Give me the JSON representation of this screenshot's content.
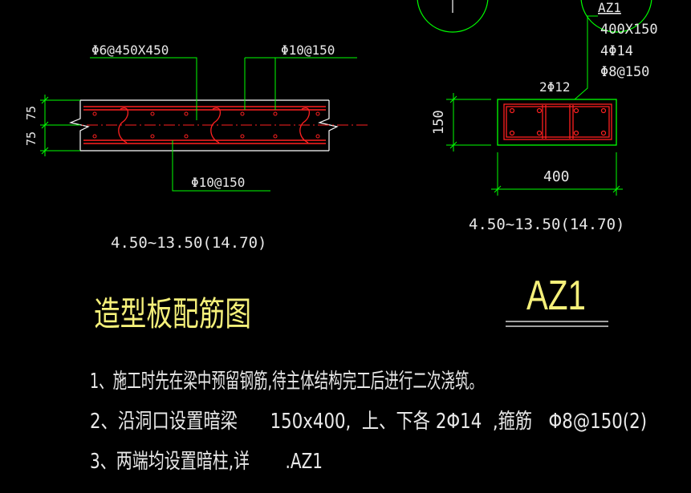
{
  "slab_section": {
    "label_distribution": "Φ6@450X450",
    "label_top_bar": "Φ10@150",
    "label_bottom_bar": "Φ10@150",
    "dim_top": "75",
    "dim_bottom": "75",
    "elevation": "4.50~13.50(14.70)",
    "title": "造型板配筋图"
  },
  "column_section": {
    "tag": "AZ1",
    "size": "400X150",
    "main_bars": "4Φ14",
    "stirrup": "Φ8@150",
    "top_bars": "2Φ12",
    "dim_height": "150",
    "dim_width": "400",
    "elevation": "4.50~13.50(14.70)",
    "title": "AZ1"
  },
  "notes": [
    "1、施工时先在梁中预留钢筋,待主体结构完工后进行二次浇筑。",
    "2、沿洞口设置暗梁      150x400,  上、下各 2Φ14  ,箍筋   Φ8@150(2)",
    "3、两端均设置暗柱,详       .AZ1"
  ],
  "colors": {
    "background": "#000000",
    "dimension": "#00ff00",
    "rebar": "#ff2020",
    "outline": "#ffffff",
    "title": "#f5f07a",
    "text": "#e8e8e8"
  }
}
